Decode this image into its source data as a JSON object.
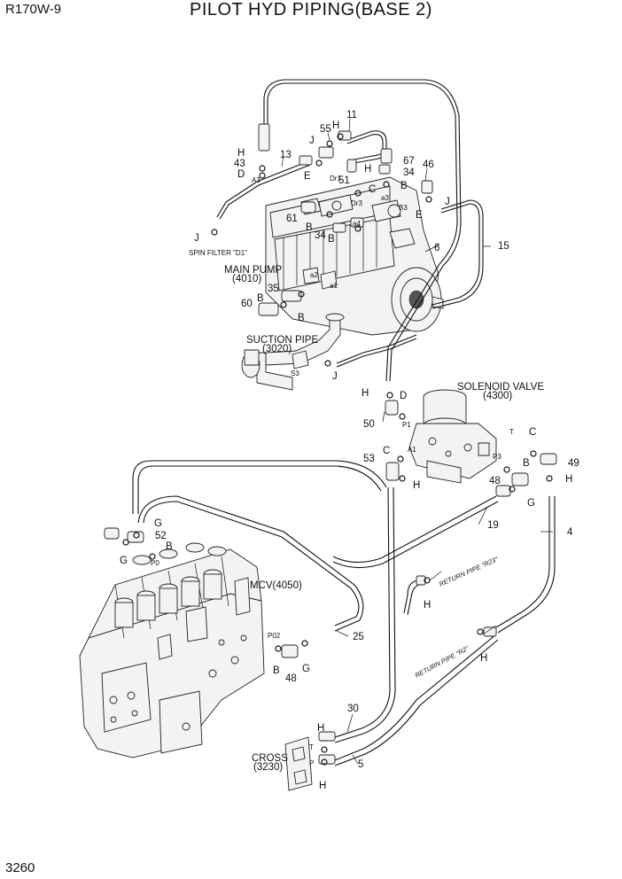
{
  "header": {
    "model": "R170W-9",
    "title": "PILOT HYD PIPING(BASE 2)",
    "page": "3260"
  },
  "components": {
    "main_pump": [
      "MAIN PUMP",
      "(4010)"
    ],
    "suction_pipe": [
      "SUCTION PIPE",
      "(3020)"
    ],
    "solenoid_valve": [
      "SOLENOID VALVE",
      "(4300)"
    ],
    "mcv": "MCV(4050)",
    "cross": [
      "CROSS",
      "(3230)"
    ],
    "spin_filter": "SPIN FILTER \"D1\"",
    "return_pipe_r23": "RETURN PIPE \"R23\"",
    "return_pipe_r2": "RETURN PIPE \"R2\""
  },
  "callouts": {
    "c11": "11",
    "c55": "55",
    "c13": "13",
    "c43": "43",
    "c67": "67",
    "c34a": "34",
    "c46": "46",
    "c51": "51",
    "c61": "61",
    "c34b": "34",
    "c6": "6",
    "c15": "15",
    "c35": "35",
    "c60": "60",
    "c50": "50",
    "c53": "53",
    "c49": "49",
    "c48a": "48",
    "c19": "19",
    "c4": "4",
    "c52": "52",
    "c25": "25",
    "c48b": "48",
    "c30": "30",
    "c5": "5"
  },
  "letters": {
    "H": "H",
    "J": "J",
    "D": "D",
    "E": "E",
    "B": "B",
    "C": "C",
    "G": "G"
  },
  "ports": {
    "A3": "A3",
    "Dr1": "Dr1",
    "Dr3": "Dr3",
    "a3": "a3",
    "B3": "B3",
    "a4": "a4",
    "a2": "a2",
    "a1": "a1",
    "S3": "S3",
    "P1": "P1",
    "A1": "A1",
    "T": "T",
    "P3": "P3",
    "P0": "P0",
    "P02": "P02",
    "P": "P"
  }
}
